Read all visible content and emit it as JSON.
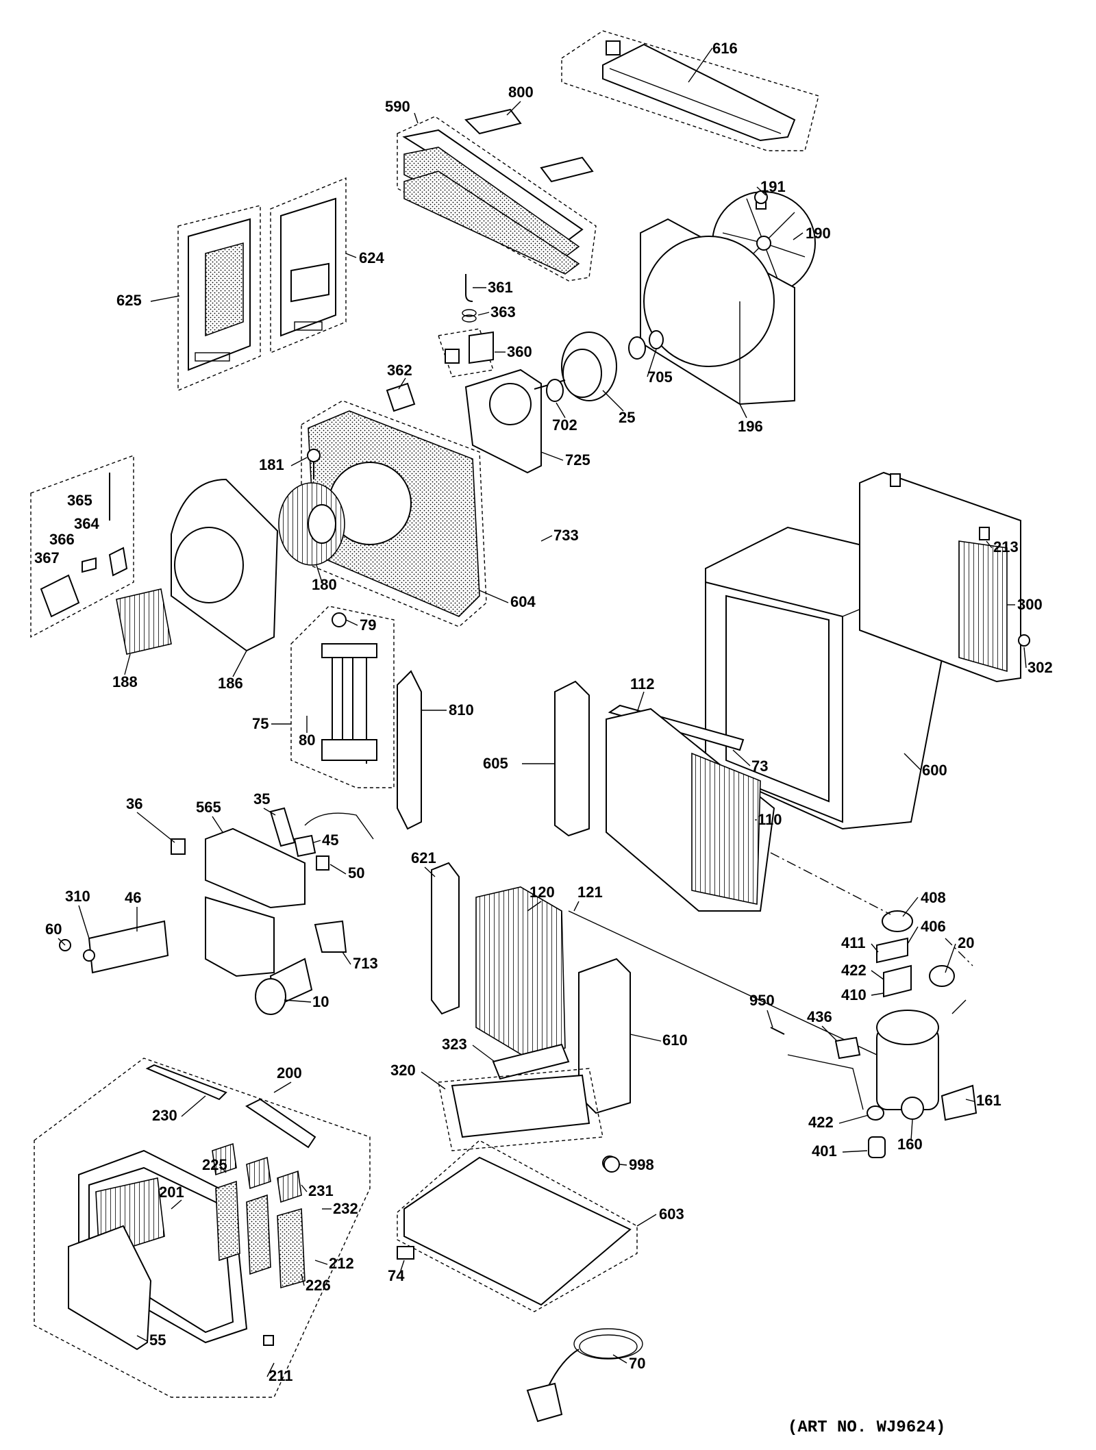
{
  "diagram": {
    "art_number": "(ART NO. WJ9624)",
    "parts": [
      {
        "id": "616",
        "label": "616"
      },
      {
        "id": "800",
        "label": "800"
      },
      {
        "id": "590",
        "label": "590"
      },
      {
        "id": "191",
        "label": "191"
      },
      {
        "id": "190",
        "label": "190"
      },
      {
        "id": "624",
        "label": "624"
      },
      {
        "id": "625",
        "label": "625"
      },
      {
        "id": "361",
        "label": "361"
      },
      {
        "id": "363",
        "label": "363"
      },
      {
        "id": "360",
        "label": "360"
      },
      {
        "id": "705",
        "label": "705"
      },
      {
        "id": "362",
        "label": "362"
      },
      {
        "id": "702",
        "label": "702"
      },
      {
        "id": "25",
        "label": "25"
      },
      {
        "id": "196",
        "label": "196"
      },
      {
        "id": "181",
        "label": "181"
      },
      {
        "id": "725",
        "label": "725"
      },
      {
        "id": "365",
        "label": "365"
      },
      {
        "id": "364",
        "label": "364"
      },
      {
        "id": "366",
        "label": "366"
      },
      {
        "id": "367",
        "label": "367"
      },
      {
        "id": "733",
        "label": "733"
      },
      {
        "id": "213",
        "label": "213"
      },
      {
        "id": "180",
        "label": "180"
      },
      {
        "id": "604",
        "label": "604"
      },
      {
        "id": "300",
        "label": "300"
      },
      {
        "id": "79",
        "label": "79"
      },
      {
        "id": "302",
        "label": "302"
      },
      {
        "id": "188",
        "label": "188"
      },
      {
        "id": "186",
        "label": "186"
      },
      {
        "id": "75",
        "label": "75"
      },
      {
        "id": "810",
        "label": "810"
      },
      {
        "id": "112",
        "label": "112"
      },
      {
        "id": "80",
        "label": "80"
      },
      {
        "id": "605",
        "label": "605"
      },
      {
        "id": "73",
        "label": "73"
      },
      {
        "id": "600",
        "label": "600"
      },
      {
        "id": "36",
        "label": "36"
      },
      {
        "id": "565",
        "label": "565"
      },
      {
        "id": "35",
        "label": "35"
      },
      {
        "id": "110",
        "label": "110"
      },
      {
        "id": "45",
        "label": "45"
      },
      {
        "id": "50",
        "label": "50"
      },
      {
        "id": "621",
        "label": "621"
      },
      {
        "id": "120",
        "label": "120"
      },
      {
        "id": "121",
        "label": "121"
      },
      {
        "id": "408",
        "label": "408"
      },
      {
        "id": "310",
        "label": "310"
      },
      {
        "id": "46",
        "label": "46"
      },
      {
        "id": "406",
        "label": "406"
      },
      {
        "id": "60",
        "label": "60"
      },
      {
        "id": "411",
        "label": "411"
      },
      {
        "id": "20",
        "label": "20"
      },
      {
        "id": "713",
        "label": "713"
      },
      {
        "id": "422a",
        "label": "422"
      },
      {
        "id": "410",
        "label": "410"
      },
      {
        "id": "10",
        "label": "10"
      },
      {
        "id": "950",
        "label": "950"
      },
      {
        "id": "436",
        "label": "436"
      },
      {
        "id": "323",
        "label": "323"
      },
      {
        "id": "610",
        "label": "610"
      },
      {
        "id": "200",
        "label": "200"
      },
      {
        "id": "320",
        "label": "320"
      },
      {
        "id": "161",
        "label": "161"
      },
      {
        "id": "230",
        "label": "230"
      },
      {
        "id": "422b",
        "label": "422"
      },
      {
        "id": "160",
        "label": "160"
      },
      {
        "id": "401",
        "label": "401"
      },
      {
        "id": "998",
        "label": "998"
      },
      {
        "id": "225",
        "label": "225"
      },
      {
        "id": "231",
        "label": "231"
      },
      {
        "id": "201",
        "label": "201"
      },
      {
        "id": "232",
        "label": "232"
      },
      {
        "id": "603",
        "label": "603"
      },
      {
        "id": "74",
        "label": "74"
      },
      {
        "id": "212",
        "label": "212"
      },
      {
        "id": "226",
        "label": "226"
      },
      {
        "id": "55",
        "label": "55"
      },
      {
        "id": "70",
        "label": "70"
      },
      {
        "id": "211",
        "label": "211"
      }
    ]
  }
}
